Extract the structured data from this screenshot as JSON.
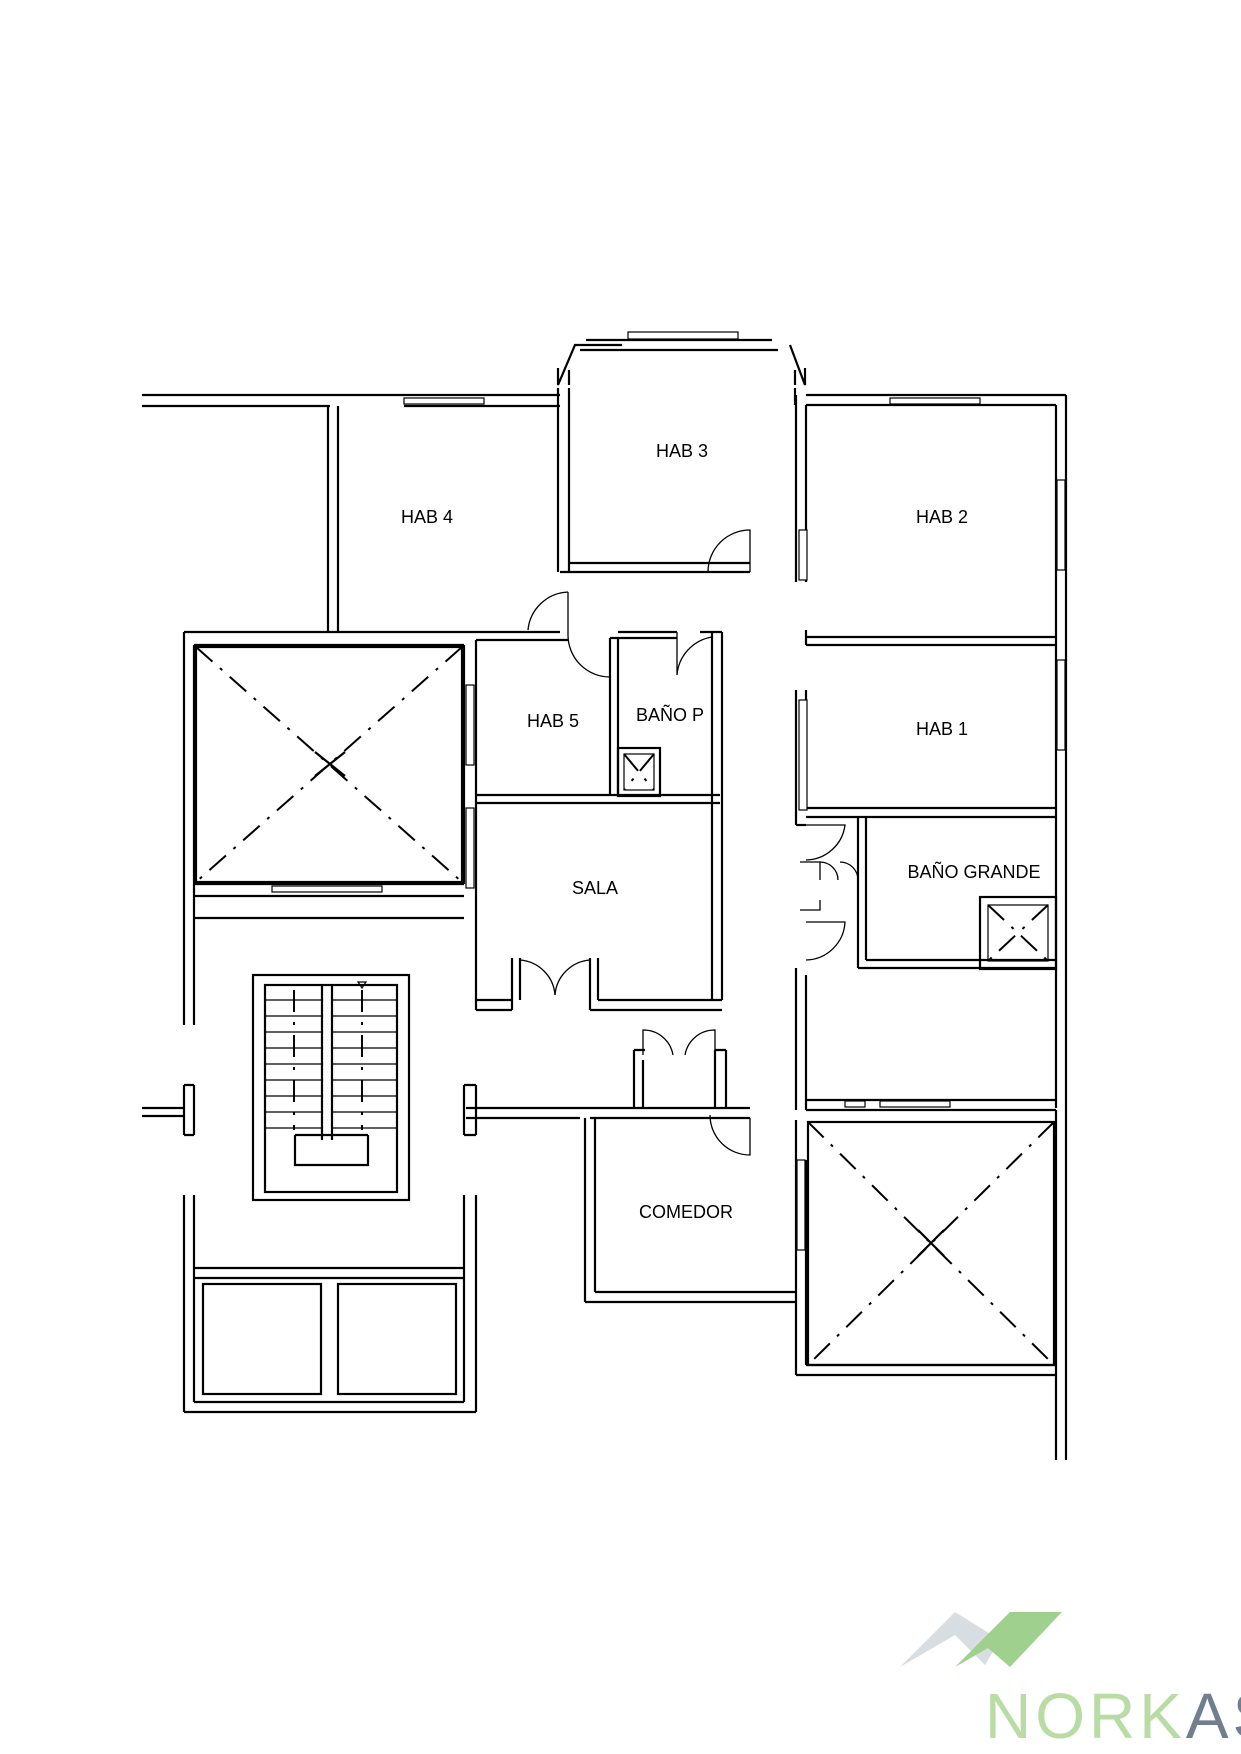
{
  "rooms": {
    "hab3": "HAB 3",
    "hab4": "HAB 4",
    "hab2": "HAB 2",
    "hab5": "HAB 5",
    "bano_p": "BAÑO P",
    "hab1": "HAB 1",
    "bano_grande": "BAÑO GRANDE",
    "sala": "SALA",
    "comedor": "COMEDOR"
  },
  "logo": {
    "text_primary": "NORK",
    "text_secondary": "ASA",
    "color_primary": "#b9dca5",
    "color_secondary": "#6f7f8f",
    "mountain_light": "#d8dde2",
    "mountain_green": "#9fd08e"
  },
  "colors": {
    "line": "#000000",
    "background": "#ffffff"
  }
}
